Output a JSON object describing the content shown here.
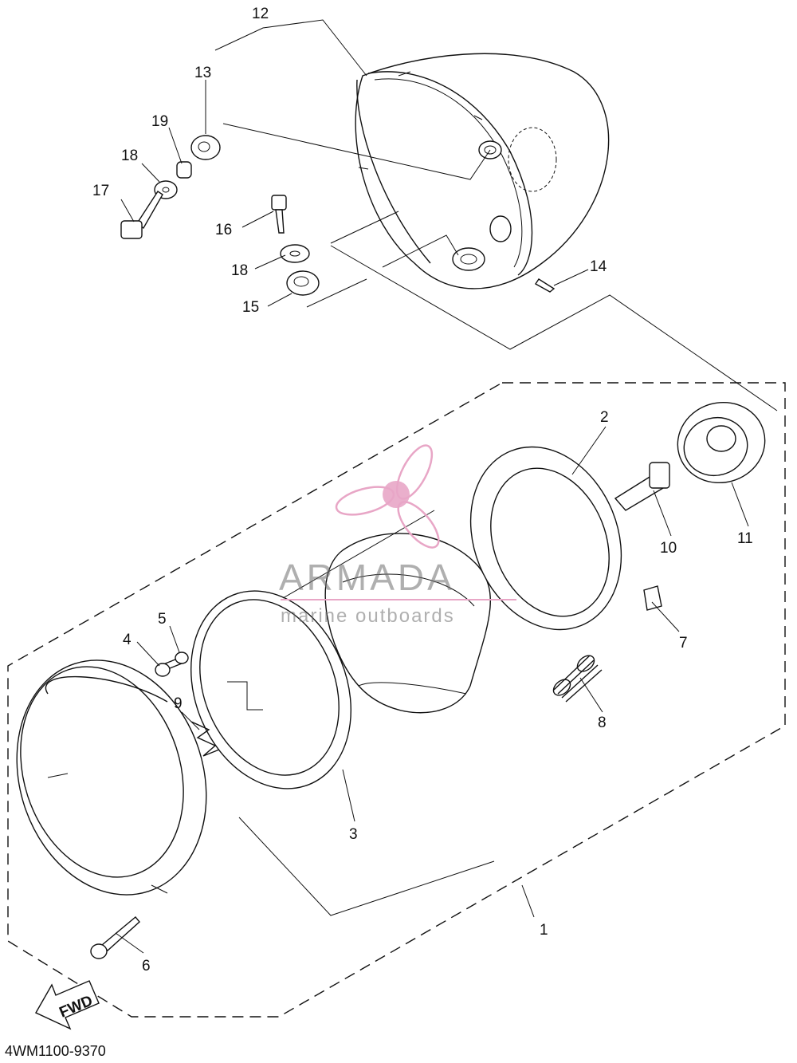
{
  "callouts": [
    {
      "id": "1",
      "label": "1"
    },
    {
      "id": "2",
      "label": "2"
    },
    {
      "id": "3",
      "label": "3"
    },
    {
      "id": "4",
      "label": "4"
    },
    {
      "id": "5",
      "label": "5"
    },
    {
      "id": "6",
      "label": "6"
    },
    {
      "id": "7",
      "label": "7"
    },
    {
      "id": "8",
      "label": "8"
    },
    {
      "id": "9",
      "label": "9"
    },
    {
      "id": "10",
      "label": "10"
    },
    {
      "id": "11",
      "label": "11"
    },
    {
      "id": "12",
      "label": "12"
    },
    {
      "id": "13",
      "label": "13"
    },
    {
      "id": "14",
      "label": "14"
    },
    {
      "id": "15",
      "label": "15"
    },
    {
      "id": "16",
      "label": "16"
    },
    {
      "id": "17",
      "label": "17"
    },
    {
      "id": "18a",
      "label": "18"
    },
    {
      "id": "18b",
      "label": "18"
    },
    {
      "id": "19",
      "label": "19"
    }
  ],
  "fwd_arrow_label": "FWD",
  "diagram_code": "4WM1100-9370",
  "watermark": {
    "brand": "ARMADA",
    "tagline": "marine outboards",
    "accent_color": "#e8a6c6",
    "line_color": "#e8a6c6"
  }
}
